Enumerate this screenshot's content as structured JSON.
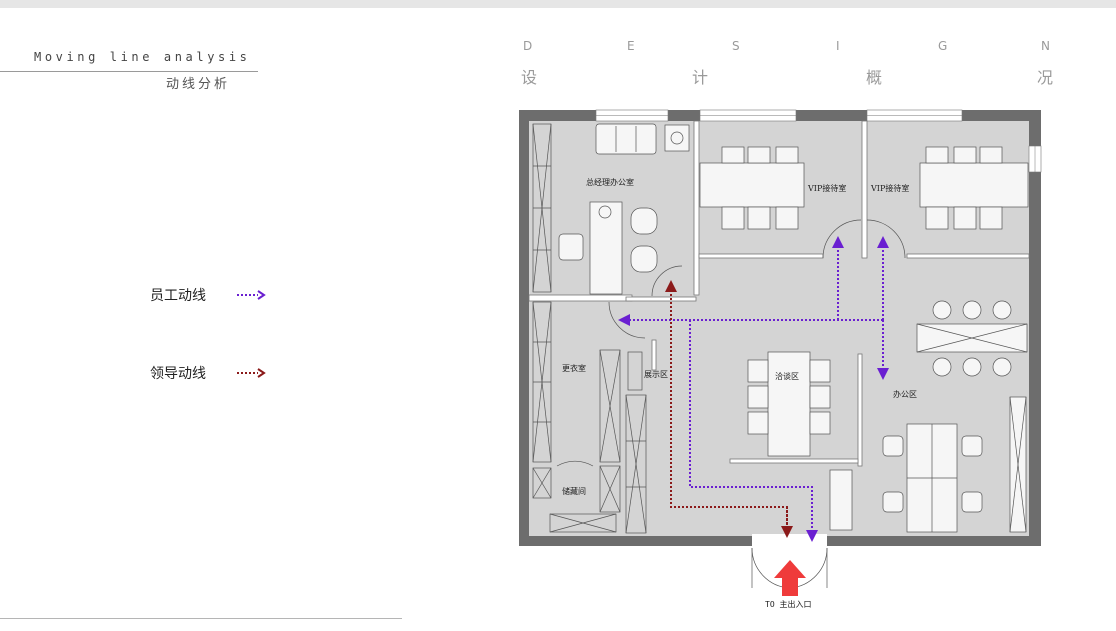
{
  "header": {
    "title_en": "Moving line analysis",
    "title_cn": "动线分析"
  },
  "design_heading": {
    "letters": [
      "D",
      "E",
      "S",
      "I",
      "G",
      "N"
    ],
    "chars": [
      "设",
      "计",
      "概",
      "况"
    ]
  },
  "legend": {
    "items": [
      {
        "label": "员工动线",
        "color": "#6a1fd1"
      },
      {
        "label": "领导动线",
        "color": "#8b1a1a"
      }
    ]
  },
  "floorplan": {
    "rooms": {
      "gm_office": "总经理办公室",
      "vip_left": "VIP接待室",
      "vip_right": "VIP接待室",
      "dressing": "更衣室",
      "display": "展示区",
      "meeting": "洽谈区",
      "office": "办公区",
      "storage": "储藏间"
    },
    "entrance_caption": "TO 主出入口"
  },
  "colors": {
    "wall": "#6d6d6d",
    "floor": "#d4d4d4",
    "staff_line": "#6a1fd1",
    "leader_line": "#8b1a1a",
    "entrance_arrow": "#ef3b3b"
  }
}
